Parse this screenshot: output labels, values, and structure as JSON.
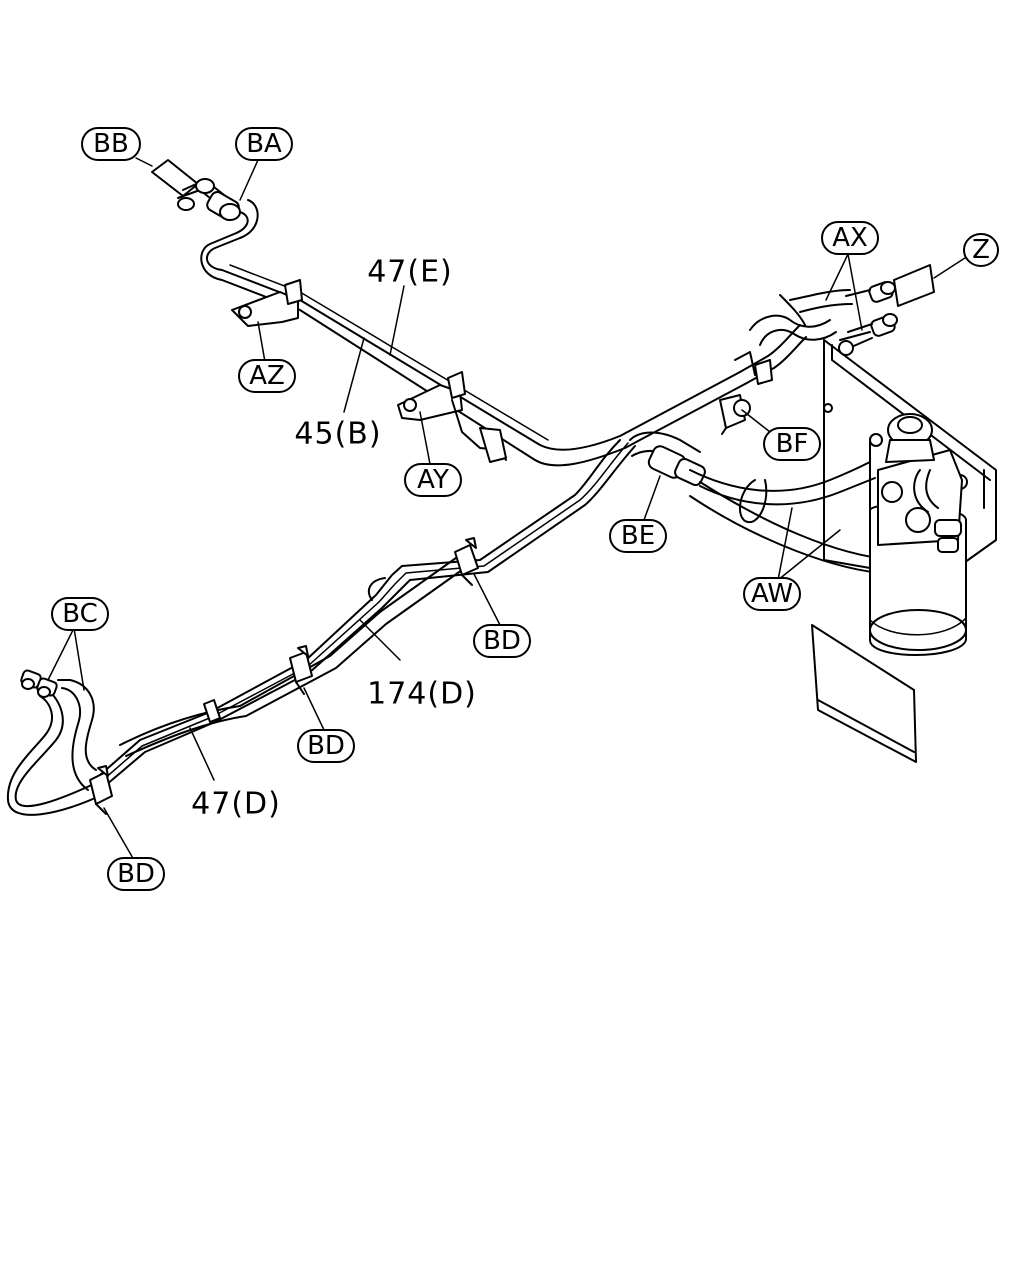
{
  "callouts": {
    "bb": "BB",
    "ba": "BA",
    "ax": "AX",
    "z": "Z",
    "az": "AZ",
    "ay": "AY",
    "bf": "BF",
    "be": "BE",
    "aw": "AW",
    "bc": "BC",
    "bd_1": "BD",
    "bd_2": "BD",
    "bd_3": "BD"
  },
  "part_labels": {
    "p47e": "47(E)",
    "p45b": "45(B)",
    "p174d": "174(D)",
    "p47d": "47(D)"
  }
}
